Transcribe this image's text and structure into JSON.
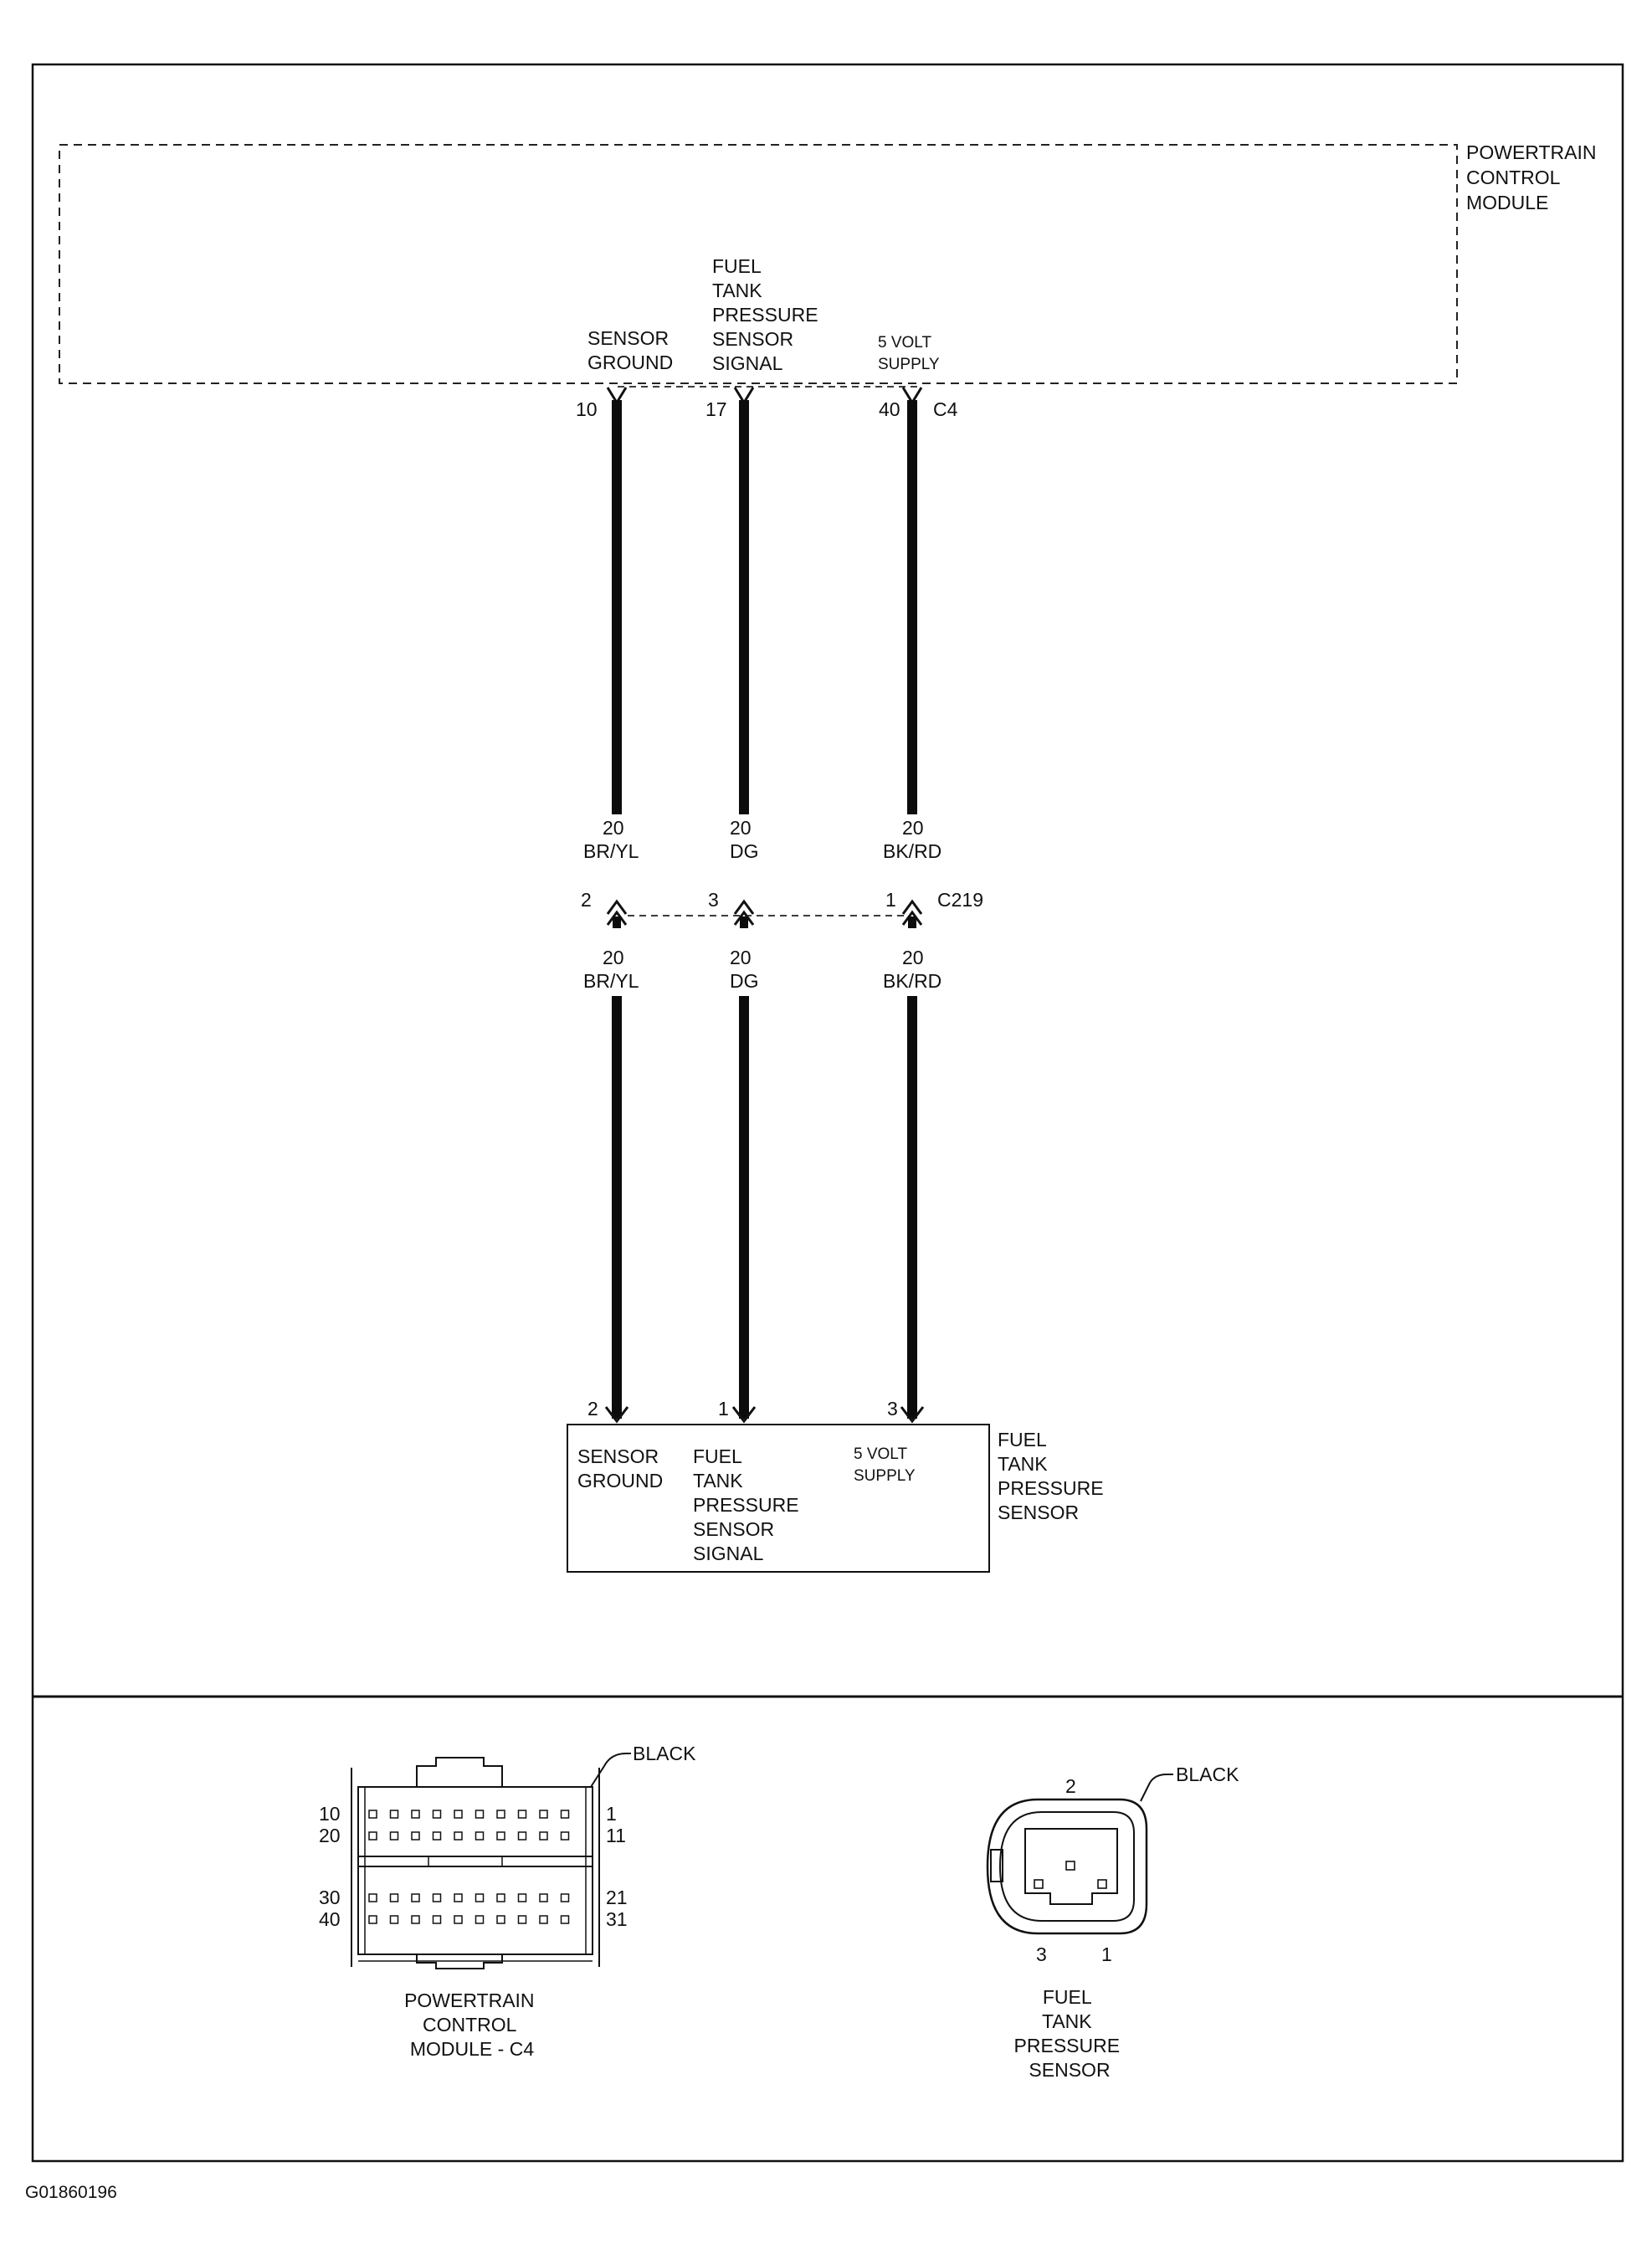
{
  "pcm": {
    "name_lines": [
      "POWERTRAIN",
      "CONTROL",
      "MODULE"
    ],
    "connector_id": "C4",
    "pins": [
      {
        "label_lines": [
          "SENSOR",
          "GROUND"
        ],
        "pin": "10"
      },
      {
        "label_lines": [
          "FUEL",
          "TANK",
          "PRESSURE",
          "SENSOR",
          "SIGNAL"
        ],
        "pin": "17"
      },
      {
        "label_lines": [
          "5 VOLT",
          "SUPPLY"
        ],
        "pin": "40"
      }
    ]
  },
  "wires": [
    {
      "gauge": "20",
      "color": "BR/YL"
    },
    {
      "gauge": "20",
      "color": "DG"
    },
    {
      "gauge": "20",
      "color": "BK/RD"
    }
  ],
  "inline_connector": {
    "id": "C219",
    "pins": [
      "2",
      "3",
      "1"
    ]
  },
  "sensor": {
    "name_lines": [
      "FUEL",
      "TANK",
      "PRESSURE",
      "SENSOR"
    ],
    "pins": [
      {
        "pin": "2",
        "label_lines": [
          "SENSOR",
          "GROUND"
        ]
      },
      {
        "pin": "1",
        "label_lines": [
          "FUEL",
          "TANK",
          "PRESSURE",
          "SENSOR",
          "SIGNAL"
        ]
      },
      {
        "pin": "3",
        "label_lines": [
          "5 VOLT",
          "SUPPLY"
        ]
      }
    ]
  },
  "connector_views": {
    "pcm_c4": {
      "caption_lines": [
        "POWERTRAIN",
        "CONTROL",
        "MODULE - C4"
      ],
      "color_label": "BLACK",
      "row_numbers": {
        "r1_left": "10",
        "r1_right": "1",
        "r2_left": "20",
        "r2_right": "11",
        "r3_left": "30",
        "r3_right": "21",
        "r4_left": "40",
        "r4_right": "31"
      }
    },
    "sensor": {
      "caption_lines": [
        "FUEL",
        "TANK",
        "PRESSURE",
        "SENSOR"
      ],
      "color_label": "BLACK",
      "pin_top": "2",
      "pin_bottom_left": "3",
      "pin_bottom_right": "1"
    }
  },
  "figure_id": "G01860196"
}
